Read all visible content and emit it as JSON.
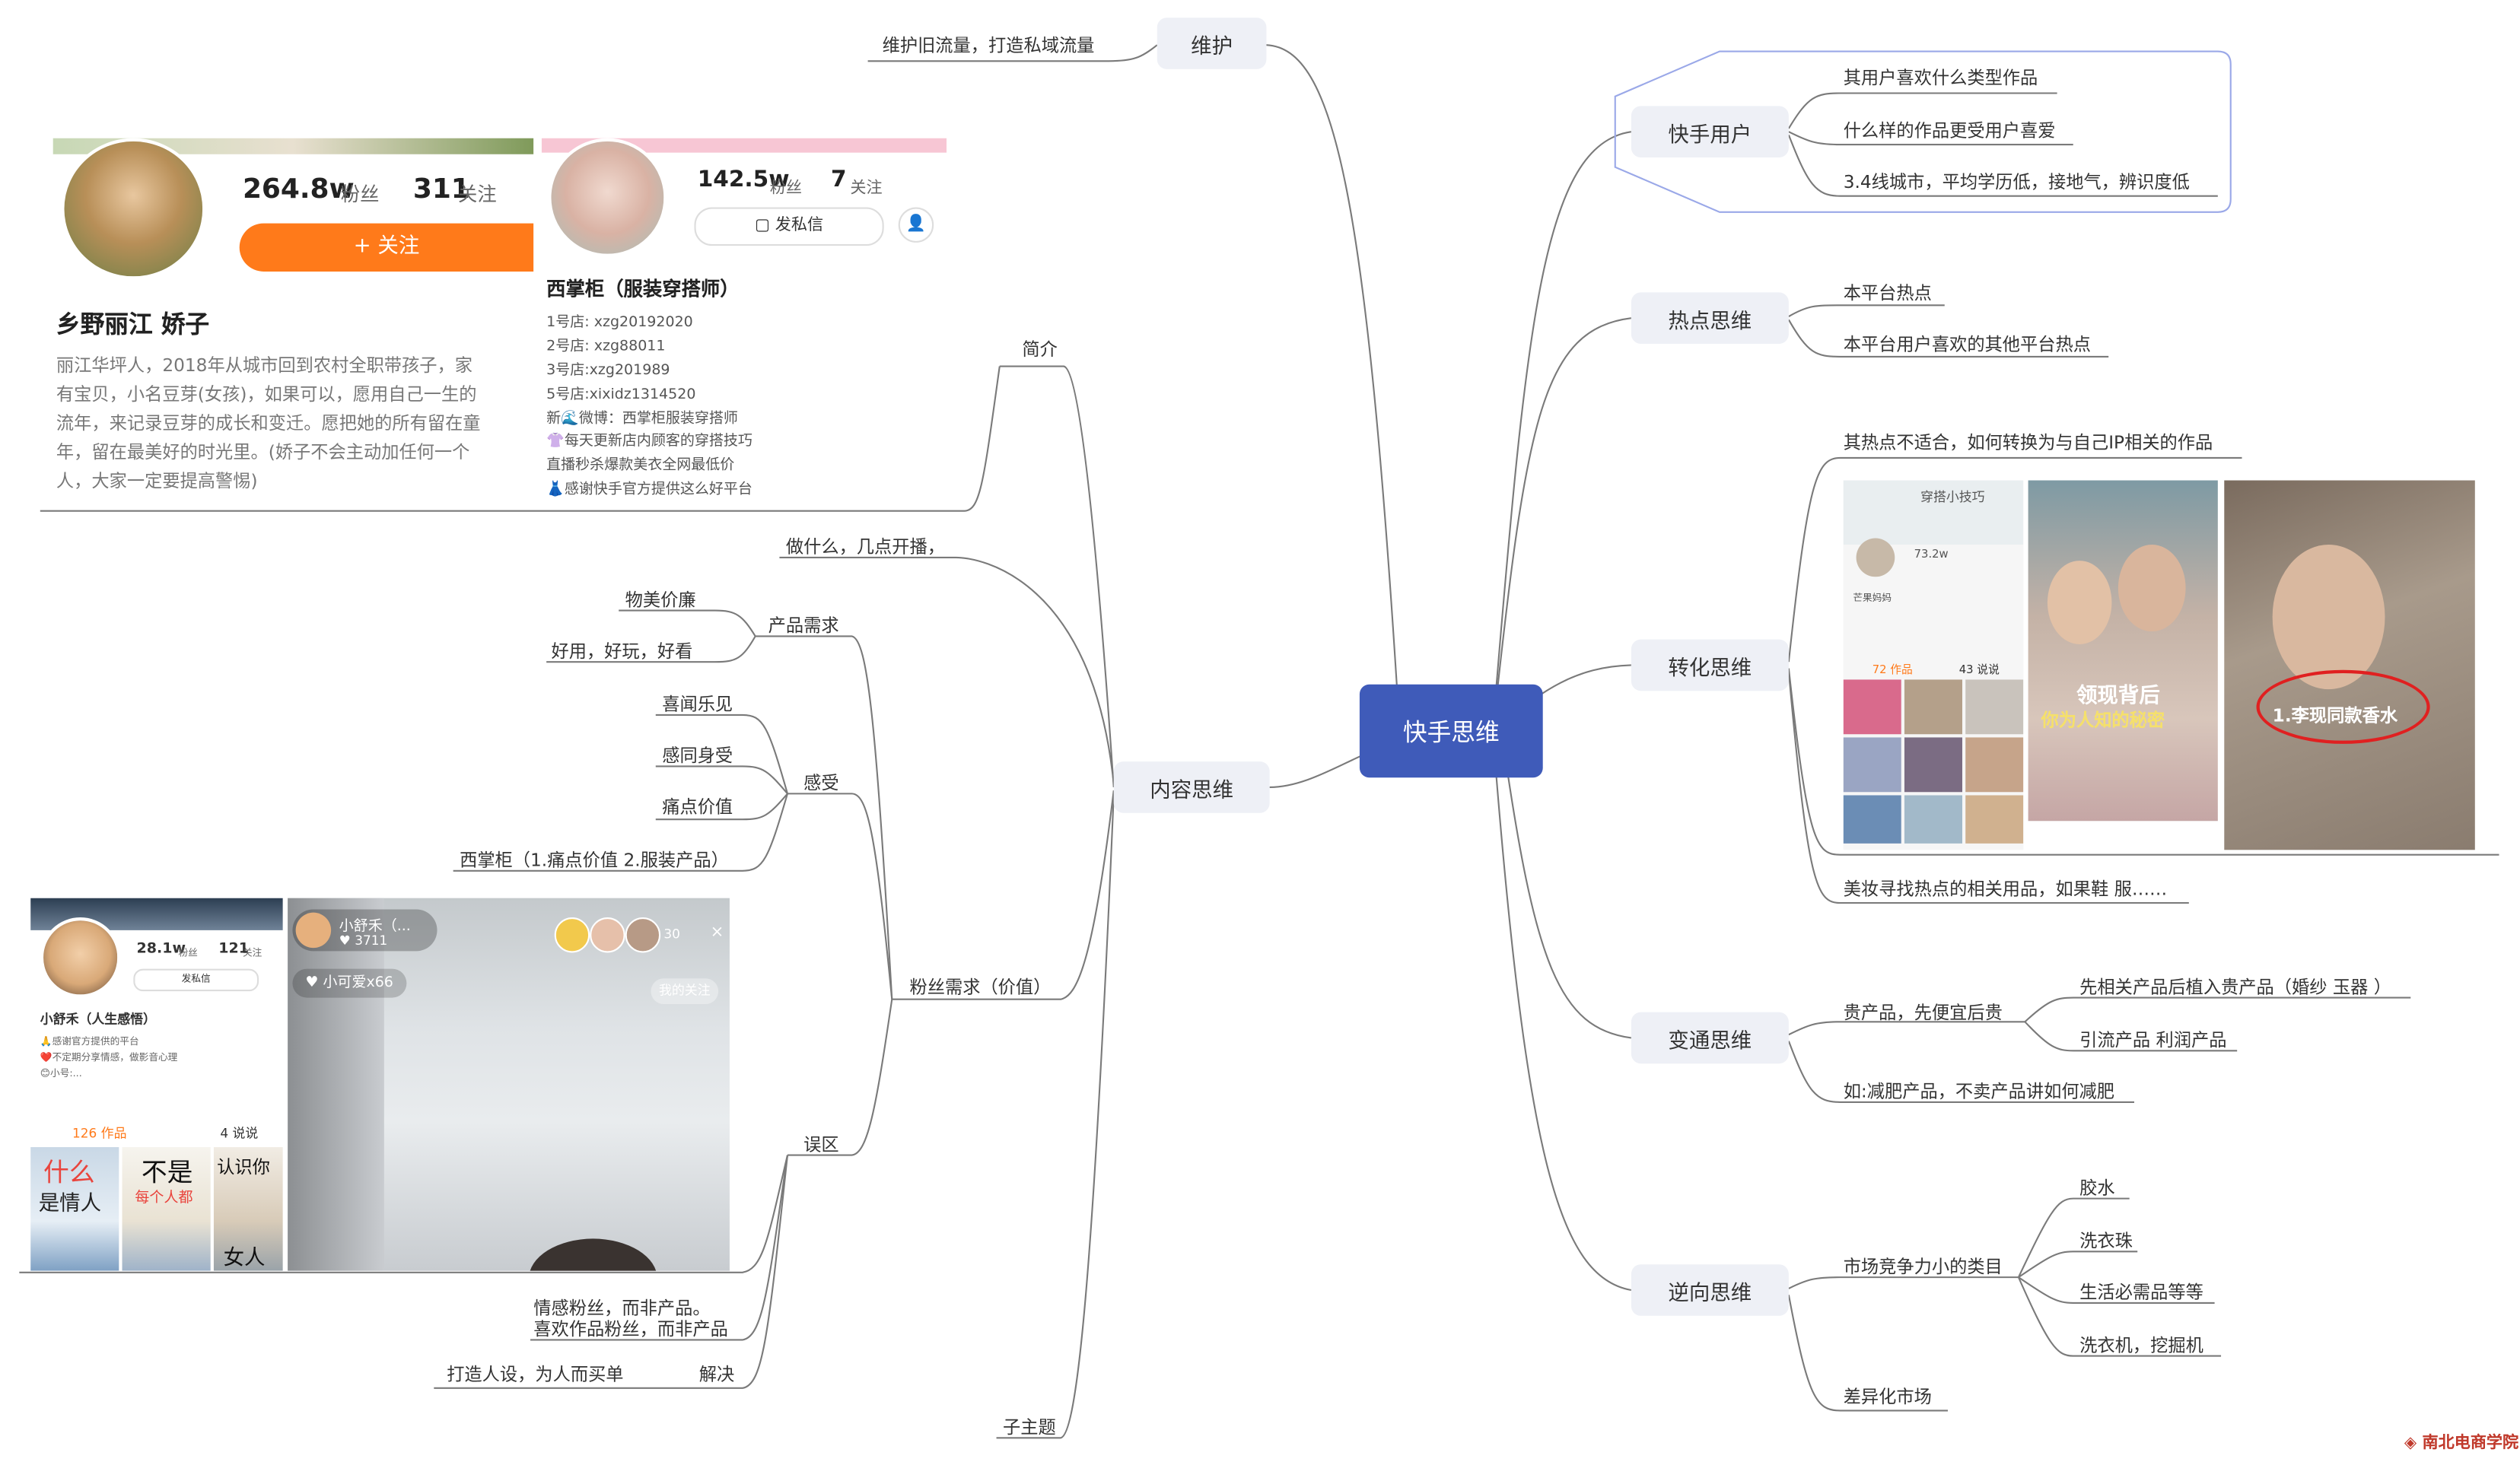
{
  "root": "快手思维",
  "right": {
    "kuaishou_users": {
      "label": "快手用户",
      "items": [
        "其用户喜欢什么类型作品",
        "什么样的作品更受用户喜爱",
        "3.4线城市，平均学历低，接地气，辨识度低"
      ]
    },
    "hot_thinking": {
      "label": "热点思维",
      "items": [
        "本平台热点",
        "本平台用户喜欢的其他平台热点"
      ]
    },
    "conversion": {
      "label": "转化思维",
      "items": [
        "其热点不适合，如何转换为与自己IP相关的作品",
        "美妆寻找热点的相关用品，如果鞋 服……"
      ],
      "images": {
        "p1_top": "穿搭小技巧",
        "p1_fans": "73.2w",
        "p1_name": "芒果妈妈",
        "p1_tab": "72 作品",
        "p1_tab2": "43 说说",
        "p2_text1": "领现背后",
        "p2_text2": "你为人知的秘密",
        "p3_text": "1.李现同款香水"
      }
    },
    "flexible": {
      "label": "变通思维",
      "items": [
        "贵产品，先便宜后贵",
        "如:减肥产品，不卖产品讲如何减肥"
      ],
      "sub": [
        "先相关产品后植入贵产品（婚纱 玉器 ）",
        "引流产品 利润产品"
      ]
    },
    "reverse": {
      "label": "逆向思维",
      "items": [
        "市场竞争力小的类目",
        "差异化市场"
      ],
      "sub": [
        "胶水",
        "洗衣珠",
        "生活必需品等等",
        "洗衣机，挖掘机"
      ]
    }
  },
  "left": {
    "maintain": {
      "label": "维护",
      "item": "维护旧流量，打造私域流量"
    },
    "content": {
      "label": "内容思维",
      "intro": "简介",
      "what": "做什么，几点开播，",
      "fans_need": "粉丝需求（价值）",
      "product_need": {
        "label": "产品需求",
        "items": [
          "物美价廉",
          "好用，好玩，好看"
        ]
      },
      "feeling": {
        "label": "感受",
        "items": [
          "喜闻乐见",
          "感同身受",
          "痛点价值",
          "西掌柜（1.痛点价值 2.服装产品）"
        ]
      },
      "mistake": {
        "label": "误区",
        "lines": [
          "情感粉丝，而非产品。",
          "喜欢作品粉丝，而非产品"
        ]
      },
      "solve": {
        "label": "解决",
        "item": "打造人设，为人而买单"
      },
      "sub": "子主题"
    }
  },
  "profile1": {
    "fans": "264.8w",
    "fans_label": "粉丝",
    "follow": "311",
    "follow_label": "关注",
    "button": "+ 关注",
    "name": "乡野丽江  娇子",
    "bio": [
      "丽江华坪人，2018年从城市回到农村全职带孩子，家",
      "有宝贝，小名豆芽(女孩)，如果可以，愿用自己一生的",
      "流年，来记录豆芽的成长和变迁。愿把她的所有留在童",
      "年，留在最美好的时光里。(娇子不会主动加任何一个",
      "人，大家一定要提高警惕)"
    ]
  },
  "profile2": {
    "fans": "142.5w",
    "fans_label": "粉丝",
    "follow": "7",
    "follow_label": "关注",
    "button": "发私信",
    "name": "西掌柜（服装穿搭师）",
    "lines": [
      "1号店: xzg20192020",
      "2号店: xzg88011",
      "3号店:xzg201989",
      "5号店:xixidz1314520",
      "新🌊微博：西掌柜服装穿搭师",
      "👚每天更新店内顾客的穿搭技巧",
      "   直播秒杀爆款美衣全网最低价",
      "👗感谢快手官方提供这么好平台"
    ]
  },
  "profile3": {
    "fans": "28.1w",
    "fans_label": "粉丝",
    "follow": "121",
    "follow_label": "关注",
    "button": "发私信",
    "name": "小舒禾（人生感悟）",
    "lines": [
      "🙏感谢官方提供的平台",
      "❤️不定期分享情感，做影音心理",
      "😊小号:..."
    ],
    "works": "126 作品",
    "talks": "4 说说",
    "tile1a": "什么",
    "tile1b": "是情人",
    "tile2a": "不是",
    "tile2b": "每个人都",
    "tile3a": "认识你",
    "tile3b": "女人"
  },
  "live": {
    "name": "小舒禾（...",
    "count": "3711",
    "gift": "小可爱x66",
    "viewers": "30",
    "btn": "我的关注"
  },
  "watermark": "南北电商学院",
  "colors": {
    "root": "#3f5bb9",
    "box": "#eef0f6",
    "line": "#7a7a7a",
    "orange": "#ff7a1a",
    "frame": "#9aa8e8"
  }
}
